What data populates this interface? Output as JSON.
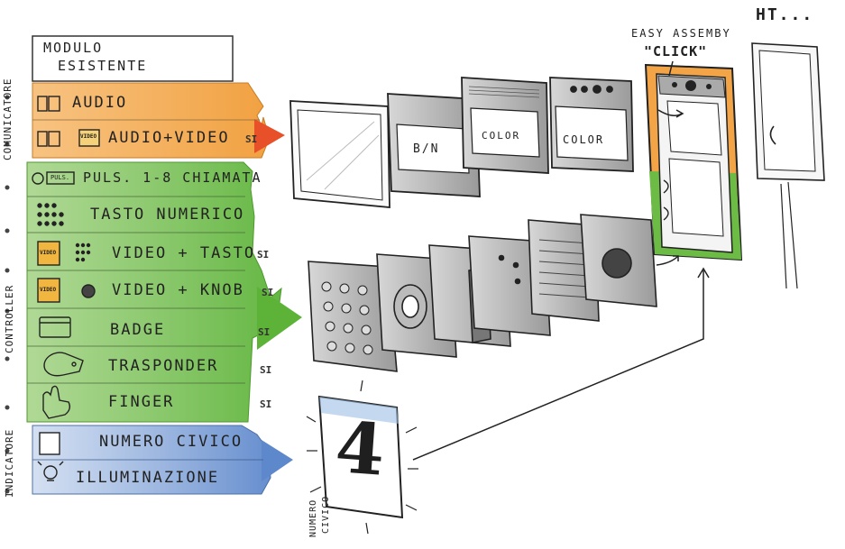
{
  "header": {
    "modulo_line1": "MODULO",
    "modulo_line2": "ESISTENTE",
    "easy_assembly": "EASY ASSEMBY",
    "click": "\"CLICK\"",
    "ht": "HT..."
  },
  "groups": {
    "comunicatore": "COMUNICATORE",
    "controller": "CONTROLLER",
    "indicatore": "INDICATORE"
  },
  "rows": {
    "audio": {
      "label": "AUDIO"
    },
    "audio_video": {
      "label": "AUDIO+VIDEO",
      "si": "SI",
      "video_tag": "VIDEO"
    },
    "puls": {
      "label": "PULS. 1-8 CHIAMATA",
      "tag": "PULS."
    },
    "tasto": {
      "label": "TASTO NUMERICO"
    },
    "video_tasto": {
      "label": "VIDEO + TASTO",
      "si": "SI",
      "video_tag": "VIDEO"
    },
    "video_knob": {
      "label": "VIDEO + KNOB",
      "si": "SI",
      "video_tag": "VIDEO"
    },
    "badge": {
      "label": "BADGE",
      "si": "SI"
    },
    "trasponder": {
      "label": "TRASPONDER",
      "si": "SI"
    },
    "finger": {
      "label": "FINGER",
      "si": "SI"
    },
    "numero_civico": {
      "label": "NUMERO CIVICO"
    },
    "illuminazione": {
      "label": "ILLUMINAZIONE"
    }
  },
  "panels": {
    "bn": "B/N",
    "color1": "COLOR",
    "color2": "COLOR"
  },
  "number_plate": {
    "digit": "4",
    "caption_line1": "NUMERO",
    "caption_line2": "CIVICO"
  },
  "colors": {
    "orange": "#f2a03a",
    "green": "#6cbb45",
    "blue": "#6b93cf",
    "arrow_red": "#e8502a"
  }
}
